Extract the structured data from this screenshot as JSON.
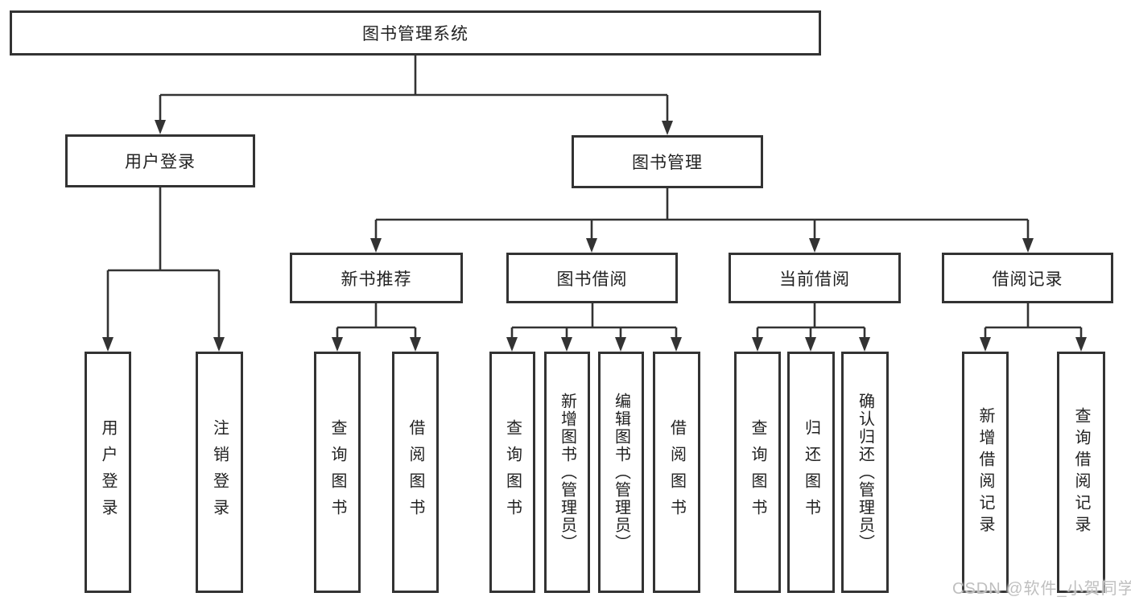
{
  "tree": {
    "root": {
      "label": "图书管理系统"
    },
    "level2": [
      {
        "label": "用户登录",
        "children": [
          {
            "label": "用户登录"
          },
          {
            "label": "注销登录"
          }
        ]
      },
      {
        "label": "图书管理",
        "children": [
          {
            "label": "新书推荐",
            "children": [
              {
                "label": "查询图书"
              },
              {
                "label": "借阅图书"
              }
            ]
          },
          {
            "label": "图书借阅",
            "children": [
              {
                "label": "查询图书"
              },
              {
                "label": "新增图书（管理员）"
              },
              {
                "label": "编辑图书（管理员）"
              },
              {
                "label": "借阅图书"
              }
            ]
          },
          {
            "label": "当前借阅",
            "children": [
              {
                "label": "查询图书"
              },
              {
                "label": "归还图书"
              },
              {
                "label": "确认归还（管理员）"
              }
            ]
          },
          {
            "label": "借阅记录",
            "children": [
              {
                "label": "新增借阅记录"
              },
              {
                "label": "查询借阅记录"
              }
            ]
          }
        ]
      }
    ]
  },
  "watermark": {
    "text": "CSDN @软件_小贺同学"
  },
  "colors": {
    "line": "#333333",
    "box_border": "#333333",
    "text": "#222222",
    "background": "#ffffff",
    "watermark": "#bfbfbf"
  }
}
